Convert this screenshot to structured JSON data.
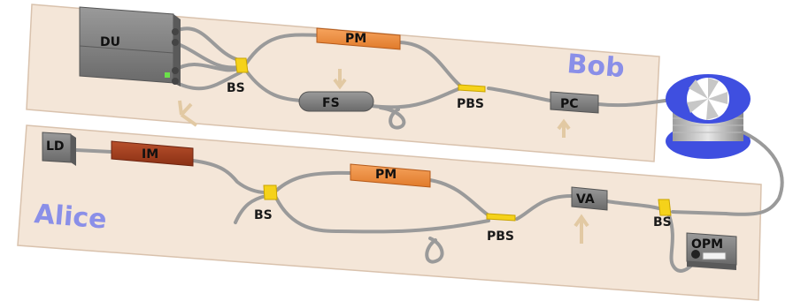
{
  "panels": {
    "bob": {
      "title": "Bob"
    },
    "alice": {
      "title": "Alice"
    }
  },
  "components": {
    "du": "DU",
    "bob_pm": "PM",
    "fs": "FS",
    "bob_bs": "BS",
    "bob_pbs": "PBS",
    "pc": "PC",
    "ld": "LD",
    "im": "IM",
    "alice_pm": "PM",
    "alice_bs": "BS",
    "alice_pbs": "PBS",
    "va": "VA",
    "alice_bs2": "BS",
    "opm": "OPM"
  },
  "colors": {
    "panel_fill": "#f4e6d8",
    "panel_stroke": "#d9c2ad",
    "device_gray": "#7d7d7d",
    "modulator_orange": "#f0944a",
    "im_brown": "#a8401f",
    "splitter_yellow": "#f5d21a",
    "fiber_spool_blue": "#3f4fe0",
    "arrow_tan": "#e2c9a3",
    "panel_title": "#8a8fe8"
  }
}
